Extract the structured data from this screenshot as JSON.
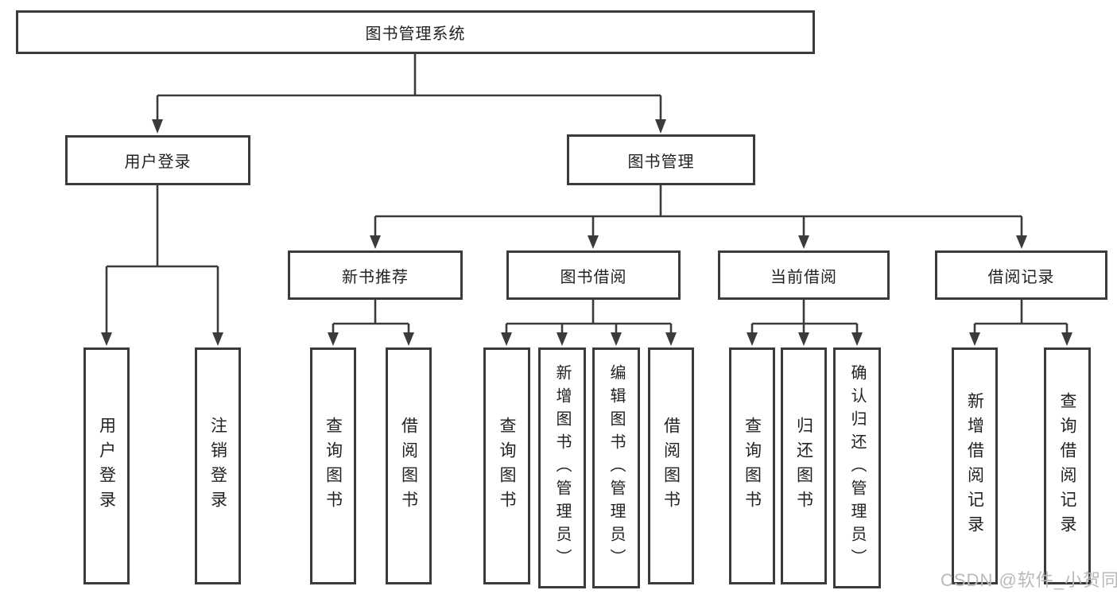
{
  "colors": {
    "line": "#3b3b3b",
    "box_border": "#3b3b3b",
    "text": "#222222",
    "watermark": "#b9b9b9",
    "background": "#ffffff"
  },
  "watermark": {
    "text": "CSDN @软件_小贺同学"
  },
  "tree": {
    "root": "图书管理系统",
    "user_branch": {
      "label": "用户登录",
      "children": [
        "用户登录",
        "注销登录"
      ]
    },
    "book_branch": {
      "label": "图书管理",
      "sections": [
        {
          "label": "新书推荐",
          "children": [
            "查询图书",
            "借阅图书"
          ]
        },
        {
          "label": "图书借阅",
          "children": [
            "查询图书",
            "新增图书（管理员）",
            "编辑图书（管理员）",
            "借阅图书"
          ]
        },
        {
          "label": "当前借阅",
          "children": [
            "查询图书",
            "归还图书",
            "确认归还（管理员）"
          ]
        },
        {
          "label": "借阅记录",
          "children": [
            "新增借阅记录",
            "查询借阅记录"
          ]
        }
      ]
    }
  }
}
